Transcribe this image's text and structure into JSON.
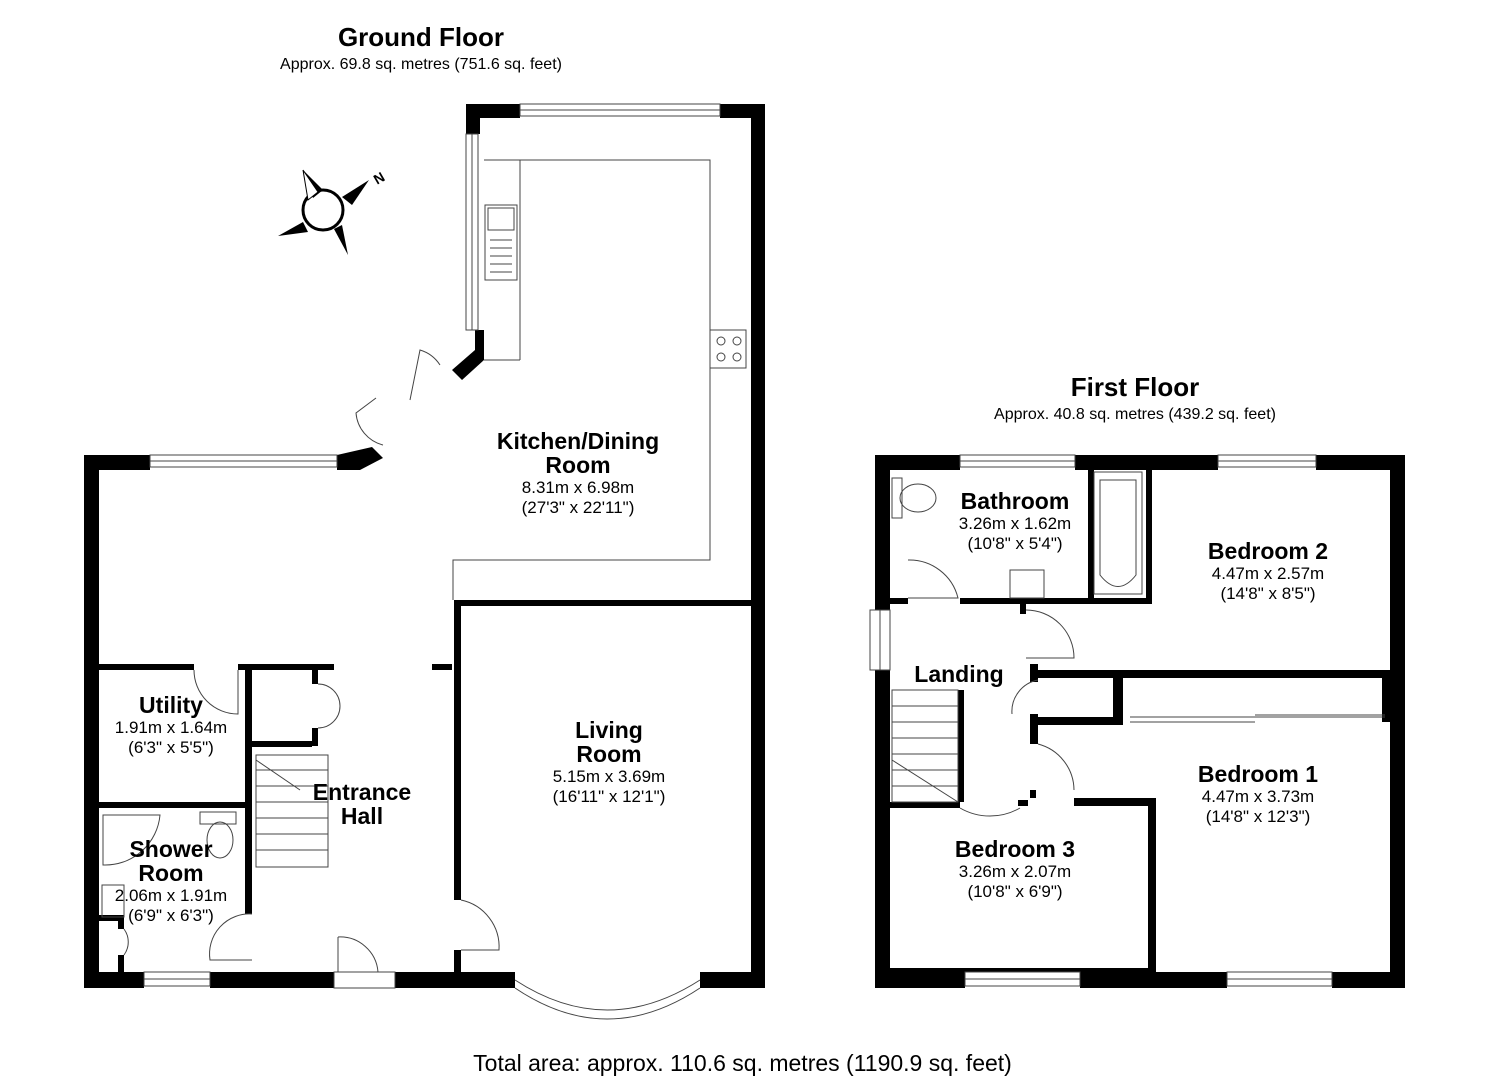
{
  "ground_floor": {
    "title": "Ground Floor",
    "area": "Approx. 69.8 sq. metres (751.6 sq. feet)",
    "rooms": {
      "kitchen": {
        "name_line1": "Kitchen/Dining",
        "name_line2": "Room",
        "metric": "8.31m x 6.98m",
        "imperial": "(27'3\" x 22'11\")"
      },
      "living": {
        "name_line1": "Living",
        "name_line2": "Room",
        "metric": "5.15m x 3.69m",
        "imperial": "(16'11\" x 12'1\")"
      },
      "utility": {
        "name_line1": "Utility",
        "metric": "1.91m x 1.64m",
        "imperial": "(6'3\" x 5'5\")"
      },
      "entrance": {
        "name_line1": "Entrance",
        "name_line2": "Hall"
      },
      "shower": {
        "name_line1": "Shower",
        "name_line2": "Room",
        "metric": "2.06m x 1.91m",
        "imperial": "(6'9\" x 6'3\")"
      }
    },
    "compass": "N"
  },
  "first_floor": {
    "title": "First Floor",
    "area": "Approx. 40.8 sq. metres (439.2 sq. feet)",
    "rooms": {
      "bathroom": {
        "name_line1": "Bathroom",
        "metric": "3.26m x 1.62m",
        "imperial": "(10'8\" x 5'4\")"
      },
      "bedroom2": {
        "name_line1": "Bedroom 2",
        "metric": "4.47m x 2.57m",
        "imperial": "(14'8\" x 8'5\")"
      },
      "landing": {
        "name_line1": "Landing"
      },
      "bedroom1": {
        "name_line1": "Bedroom 1",
        "metric": "4.47m x 3.73m",
        "imperial": "(14'8\" x 12'3\")"
      },
      "bedroom3": {
        "name_line1": "Bedroom 3",
        "metric": "3.26m x 2.07m",
        "imperial": "(10'8\" x 6'9\")"
      }
    }
  },
  "total_area": "Total area: approx. 110.6 sq. metres (1190.9 sq. feet)"
}
